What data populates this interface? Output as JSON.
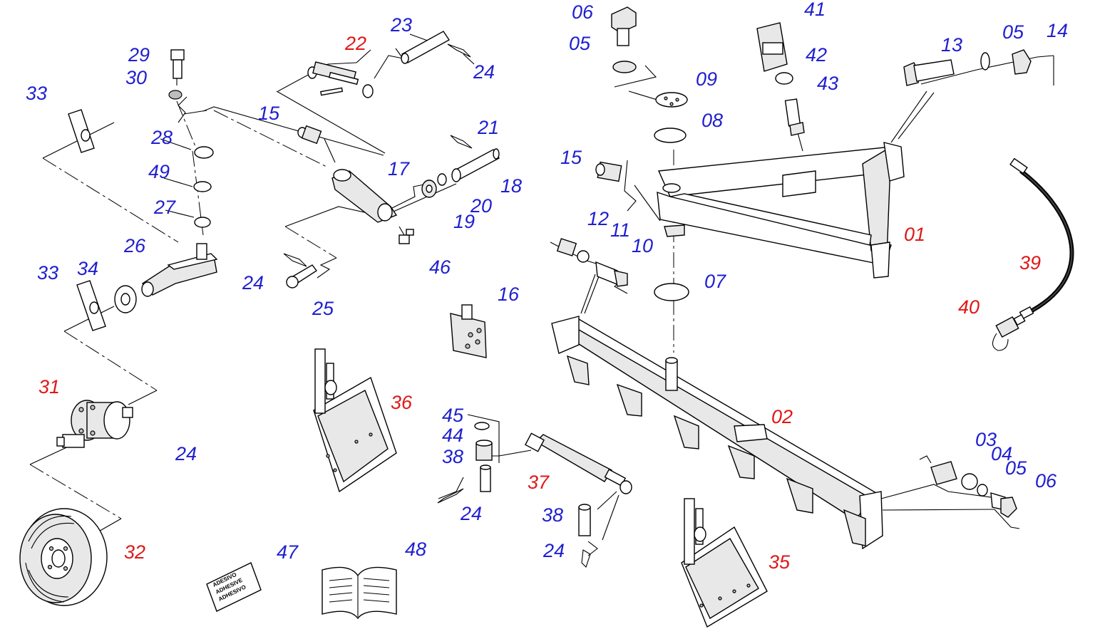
{
  "colors": {
    "standard_label": "#1f1fd0",
    "assembly_label": "#e01818",
    "line": "#000000",
    "background": "#ffffff"
  },
  "decal_text": [
    "ADESIVO",
    "ADHESIVE",
    "ADHESIVO"
  ],
  "callouts": [
    {
      "id": "c01",
      "text": "01",
      "kind": "assembly"
    },
    {
      "id": "c02",
      "text": "02",
      "kind": "assembly"
    },
    {
      "id": "c03",
      "text": "03",
      "kind": "standard"
    },
    {
      "id": "c04",
      "text": "04",
      "kind": "standard"
    },
    {
      "id": "c05a",
      "text": "05",
      "kind": "standard"
    },
    {
      "id": "c05b",
      "text": "05",
      "kind": "standard"
    },
    {
      "id": "c05c",
      "text": "05",
      "kind": "standard"
    },
    {
      "id": "c06a",
      "text": "06",
      "kind": "standard"
    },
    {
      "id": "c06b",
      "text": "06",
      "kind": "standard"
    },
    {
      "id": "c07",
      "text": "07",
      "kind": "standard"
    },
    {
      "id": "c08",
      "text": "08",
      "kind": "standard"
    },
    {
      "id": "c09",
      "text": "09",
      "kind": "standard"
    },
    {
      "id": "c10",
      "text": "10",
      "kind": "standard"
    },
    {
      "id": "c11",
      "text": "11",
      "kind": "standard"
    },
    {
      "id": "c12",
      "text": "12",
      "kind": "standard"
    },
    {
      "id": "c13",
      "text": "13",
      "kind": "standard"
    },
    {
      "id": "c14",
      "text": "14",
      "kind": "standard"
    },
    {
      "id": "c15a",
      "text": "15",
      "kind": "standard"
    },
    {
      "id": "c15b",
      "text": "15",
      "kind": "standard"
    },
    {
      "id": "c16",
      "text": "16",
      "kind": "standard"
    },
    {
      "id": "c17",
      "text": "17",
      "kind": "standard"
    },
    {
      "id": "c18",
      "text": "18",
      "kind": "standard"
    },
    {
      "id": "c19",
      "text": "19",
      "kind": "standard"
    },
    {
      "id": "c20",
      "text": "20",
      "kind": "standard"
    },
    {
      "id": "c21",
      "text": "21",
      "kind": "standard"
    },
    {
      "id": "c22",
      "text": "22",
      "kind": "assembly"
    },
    {
      "id": "c23",
      "text": "23",
      "kind": "standard"
    },
    {
      "id": "c24a",
      "text": "24",
      "kind": "standard"
    },
    {
      "id": "c24b",
      "text": "24",
      "kind": "standard"
    },
    {
      "id": "c24c",
      "text": "24",
      "kind": "standard"
    },
    {
      "id": "c24d",
      "text": "24",
      "kind": "standard"
    },
    {
      "id": "c24e",
      "text": "24",
      "kind": "standard"
    },
    {
      "id": "c25",
      "text": "25",
      "kind": "standard"
    },
    {
      "id": "c26",
      "text": "26",
      "kind": "standard"
    },
    {
      "id": "c27",
      "text": "27",
      "kind": "standard"
    },
    {
      "id": "c28",
      "text": "28",
      "kind": "standard"
    },
    {
      "id": "c29",
      "text": "29",
      "kind": "standard"
    },
    {
      "id": "c30",
      "text": "30",
      "kind": "standard"
    },
    {
      "id": "c31",
      "text": "31",
      "kind": "assembly"
    },
    {
      "id": "c32",
      "text": "32",
      "kind": "assembly"
    },
    {
      "id": "c33a",
      "text": "33",
      "kind": "standard"
    },
    {
      "id": "c33b",
      "text": "33",
      "kind": "standard"
    },
    {
      "id": "c34",
      "text": "34",
      "kind": "standard"
    },
    {
      "id": "c35",
      "text": "35",
      "kind": "assembly"
    },
    {
      "id": "c36",
      "text": "36",
      "kind": "assembly"
    },
    {
      "id": "c37",
      "text": "37",
      "kind": "assembly"
    },
    {
      "id": "c38a",
      "text": "38",
      "kind": "standard"
    },
    {
      "id": "c38b",
      "text": "38",
      "kind": "standard"
    },
    {
      "id": "c39",
      "text": "39",
      "kind": "assembly"
    },
    {
      "id": "c40",
      "text": "40",
      "kind": "assembly"
    },
    {
      "id": "c41",
      "text": "41",
      "kind": "standard"
    },
    {
      "id": "c42",
      "text": "42",
      "kind": "standard"
    },
    {
      "id": "c43",
      "text": "43",
      "kind": "standard"
    },
    {
      "id": "c44",
      "text": "44",
      "kind": "standard"
    },
    {
      "id": "c45",
      "text": "45",
      "kind": "standard"
    },
    {
      "id": "c46",
      "text": "46",
      "kind": "standard"
    },
    {
      "id": "c47",
      "text": "47",
      "kind": "standard"
    },
    {
      "id": "c48",
      "text": "48",
      "kind": "standard"
    },
    {
      "id": "c49",
      "text": "49",
      "kind": "standard"
    }
  ]
}
